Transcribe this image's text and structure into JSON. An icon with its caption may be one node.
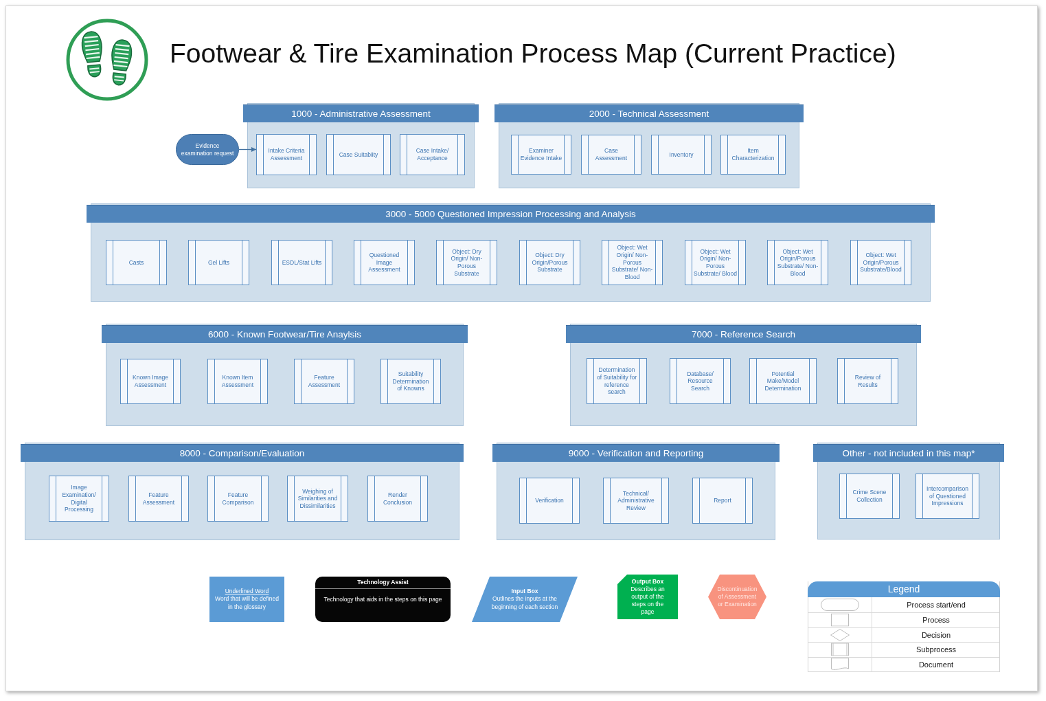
{
  "diagram": {
    "title": "Footwear & Tire Examination Process Map (Current Practice)",
    "nodes": [
      {
        "text": [
          "Evidence examination request"
        ]
      },
      {
        "text": [
          "1000 - Administrative Assessment"
        ]
      },
      {
        "text": [
          "Intake Criteria Assessment"
        ],
        "in": 1
      },
      {
        "text": [
          "Case Suitabiity"
        ],
        "in": 1
      },
      {
        "text": [
          "Case Intake/ Acceptance"
        ],
        "in": 1
      },
      {
        "text": [
          "2000 - Technical Assessment"
        ]
      },
      {
        "text": [
          "Examiner Evidence Intake"
        ],
        "in": 5
      },
      {
        "text": [
          "Case Assessment"
        ],
        "in": 5
      },
      {
        "text": [
          "Inventory"
        ],
        "in": 5
      },
      {
        "text": [
          "Item Characterization"
        ],
        "in": 5
      },
      {
        "text": [
          "3000 - 5000 Questioned Impression Processing and Analysis"
        ]
      },
      {
        "text": [
          "Casts"
        ],
        "in": 10
      },
      {
        "text": [
          "Gel Lifts"
        ],
        "in": 10
      },
      {
        "text": [
          "ESDL/Stat Lifts"
        ],
        "in": 10
      },
      {
        "text": [
          "Questioned Image Assessment"
        ],
        "in": 10
      },
      {
        "text": [
          "Object: Dry Origin/ Non-Porous Substrate"
        ],
        "in": 10
      },
      {
        "text": [
          "Object: Dry Origin/Porous Substrate"
        ],
        "in": 10
      },
      {
        "text": [
          "Object: Wet Origin/ Non-Porous Substrate/ Non-Blood"
        ],
        "in": 10
      },
      {
        "text": [
          "Object: Wet Origin/ Non-Porous Substrate/ Blood"
        ],
        "in": 10
      },
      {
        "text": [
          "Object: Wet Origin/Porous Substrate/ Non-Blood"
        ],
        "in": 10
      },
      {
        "text": [
          "Object: Wet Origin/Porous Substrate/Blood"
        ],
        "in": 10
      },
      {
        "text": [
          "6000 - Known Footwear/Tire Anaylsis"
        ]
      },
      {
        "text": [
          "Known Image Assessment"
        ],
        "in": 21
      },
      {
        "text": [
          "Known Item Assessment"
        ],
        "in": 21
      },
      {
        "text": [
          "Feature Assessment"
        ],
        "in": 21
      },
      {
        "text": [
          "Suitability Determination of Knowns"
        ],
        "in": 21
      },
      {
        "text": [
          "7000 - Reference Search"
        ]
      },
      {
        "text": [
          "Determination of Suitability for reference search"
        ],
        "in": 26
      },
      {
        "text": [
          "Database/ Resource Search"
        ],
        "in": 26
      },
      {
        "text": [
          "Potential Make/Model Determination"
        ],
        "in": 26
      },
      {
        "text": [
          "Review of Results"
        ],
        "in": 26
      },
      {
        "text": [
          "8000 - Comparison/Evaluation"
        ]
      },
      {
        "text": [
          "Image Examination/ Digital Processing"
        ],
        "in": 31
      },
      {
        "text": [
          "Feature Assessment"
        ],
        "in": 31
      },
      {
        "text": [
          "Feature Comparison"
        ],
        "in": 31
      },
      {
        "text": [
          "Weighing of Similarities and Dissimilarities"
        ],
        "in": 31
      },
      {
        "text": [
          "Render Conclusion"
        ],
        "in": 31
      },
      {
        "text": [
          "9000 - Verification and Reporting"
        ]
      },
      {
        "text": [
          "Verification"
        ],
        "in": 37
      },
      {
        "text": [
          "Technical/ Administrative Review"
        ],
        "in": 37
      },
      {
        "text": [
          "Report"
        ],
        "in": 37
      },
      {
        "text": [
          "Other - not included in this map*"
        ]
      },
      {
        "text": [
          "Crime Scene Collection"
        ],
        "in": 41
      },
      {
        "text": [
          "Intercomparison of Questioned Impressions"
        ],
        "in": 41
      },
      {
        "text": [
          "Underlined Word",
          "Word that will be defined in the glossary"
        ]
      },
      {
        "text": [
          "Technology Assist",
          "Technology that aids in the steps on this page"
        ]
      },
      {
        "text": [
          "Input Box",
          "Outlines the inputs at the beginning of each section"
        ]
      },
      {
        "text": [
          "Output Box",
          "Describes an output of the steps on the page"
        ]
      },
      {
        "text": [
          "Discontinuation of Assessment or Examination"
        ]
      }
    ],
    "edges": [
      {
        "from": 0,
        "to": 2,
        "arrow": "to"
      }
    ],
    "labels": [
      "Legend"
    ],
    "legend": [
      {
        "text": "Process start/end"
      },
      {
        "text": "Process"
      },
      {
        "text": "Decision"
      },
      {
        "text": "Subprocess"
      },
      {
        "text": "Document"
      }
    ]
  }
}
